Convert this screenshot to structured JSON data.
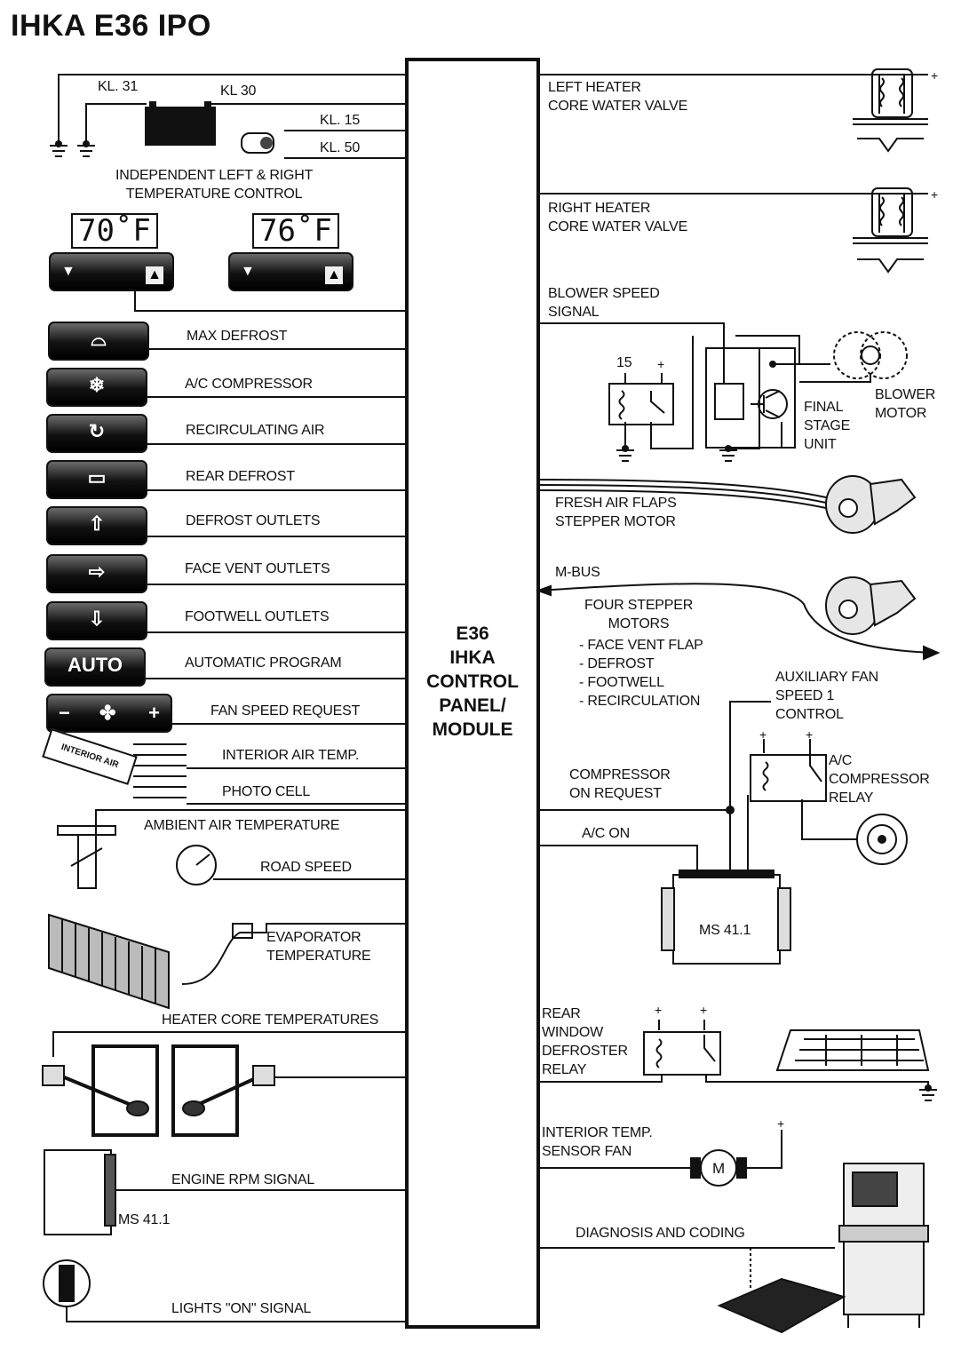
{
  "title": "IHKA E36 IPO",
  "module_label": "E36\nIHKA\nCONTROL\nPANEL/\nMODULE",
  "power": {
    "kl31": "KL. 31",
    "kl30": "KL 30",
    "kl15": "KL. 15",
    "kl50": "KL. 50"
  },
  "temperature_control": {
    "caption": "INDEPENDENT LEFT & RIGHT\nTEMPERATURE CONTROL",
    "left_display": "70˚F",
    "right_display": "76˚F",
    "down_glyph": "▼",
    "up_glyph": "▲"
  },
  "left_labels": {
    "max_defrost": "MAX DEFROST",
    "ac_compressor": "A/C COMPRESSOR",
    "recirculating_air": "RECIRCULATING AIR",
    "rear_defrost": "REAR DEFROST",
    "defrost_outlets": "DEFROST OUTLETS",
    "face_vent_outlets": "FACE VENT OUTLETS",
    "footwell_outlets": "FOOTWELL OUTLETS",
    "automatic_program": "AUTOMATIC PROGRAM",
    "fan_speed_request": "FAN SPEED REQUEST",
    "interior_air_temp": "INTERIOR AIR TEMP.",
    "photo_cell": "PHOTO CELL",
    "ambient_air_temperature": "AMBIENT AIR TEMPERATURE",
    "road_speed": "ROAD SPEED",
    "evaporator_temperature": "EVAPORATOR\nTEMPERATURE",
    "heater_core_temperatures": "HEATER CORE TEMPERATURES",
    "engine_rpm_signal": "ENGINE RPM SIGNAL",
    "ms411_left": "MS 41.1",
    "lights_on_signal": "LIGHTS \"ON\" SIGNAL"
  },
  "buttons": {
    "auto": "AUTO",
    "minus": "−",
    "plus": "+",
    "interior_air_tag": "INTERIOR AIR"
  },
  "right_labels": {
    "left_heater_valve": "LEFT HEATER\nCORE WATER VALVE",
    "right_heater_valve": "RIGHT HEATER\nCORE WATER VALVE",
    "blower_speed_signal": "BLOWER SPEED\nSIGNAL",
    "relay_15": "15",
    "final_stage_unit": "FINAL\nSTAGE\nUNIT",
    "blower_motor": "BLOWER\nMOTOR",
    "fresh_air_flaps": "FRESH AIR FLAPS\nSTEPPER MOTOR",
    "m_bus": "M-BUS",
    "four_stepper_motors": "FOUR STEPPER\nMOTORS",
    "stepper_list": "- FACE VENT FLAP\n- DEFROST\n- FOOTWELL\n- RECIRCULATION",
    "auxiliary_fan": "AUXILIARY FAN\nSPEED 1\nCONTROL",
    "ac_compressor_relay": "A/C\nCOMPRESSOR\nRELAY",
    "compressor_on_request": "COMPRESSOR\nON REQUEST",
    "ac_on": "A/C ON",
    "ms411_right": "MS 41.1",
    "rear_window_relay": "REAR\nWINDOW\nDEFROSTER\nRELAY",
    "interior_temp_sensor_fan": "INTERIOR TEMP.\nSENSOR FAN",
    "motor_symbol": "M",
    "diagnosis_and_coding": "DIAGNOSIS AND CODING",
    "plus_sign": "+"
  }
}
